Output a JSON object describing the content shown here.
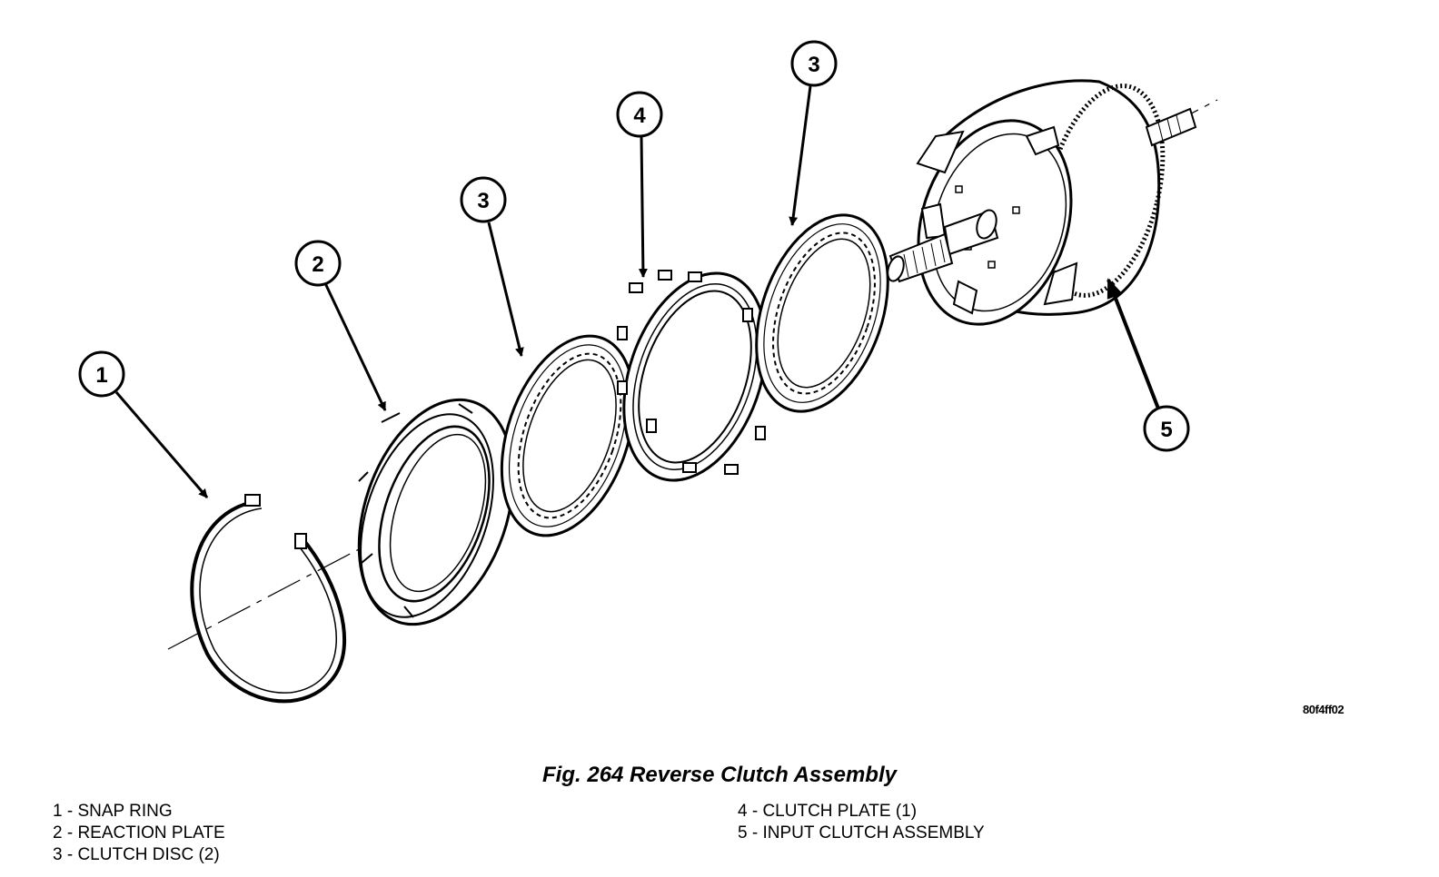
{
  "figure": {
    "reference_code": "80f4ff02",
    "caption": "Fig. 264 Reverse Clutch Assembly"
  },
  "callouts": [
    {
      "id": "c1",
      "number": "1"
    },
    {
      "id": "c2",
      "number": "2"
    },
    {
      "id": "c3a",
      "number": "3"
    },
    {
      "id": "c4",
      "number": "4"
    },
    {
      "id": "c3b",
      "number": "3"
    },
    {
      "id": "c5",
      "number": "5"
    }
  ],
  "legend": {
    "left": [
      {
        "text": "1 - SNAP RING"
      },
      {
        "text": "2 - REACTION PLATE"
      },
      {
        "text": "3 - CLUTCH DISC (2)"
      }
    ],
    "right": [
      {
        "text": "4 - CLUTCH PLATE (1)"
      },
      {
        "text": "5 - INPUT CLUTCH ASSEMBLY"
      }
    ]
  }
}
